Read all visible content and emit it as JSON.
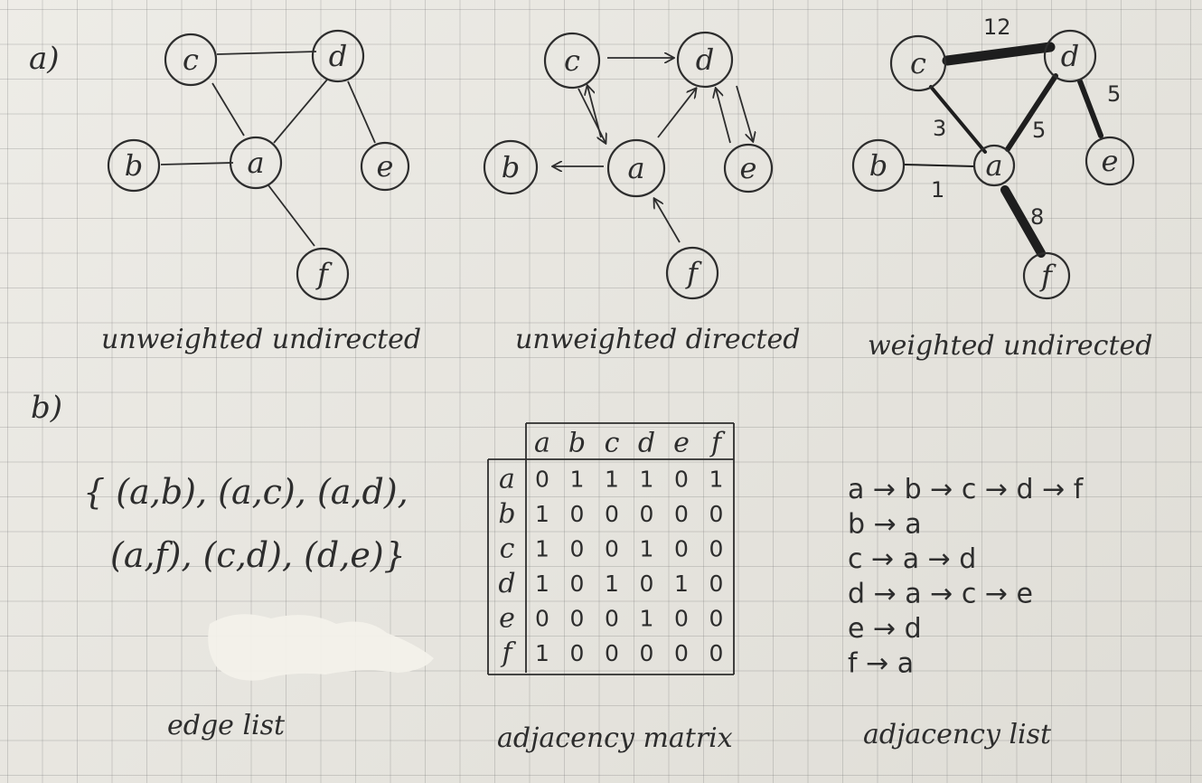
{
  "section_a_label": "a)",
  "section_b_label": "b)",
  "graph_undirected": {
    "caption": "unweighted undirected",
    "nodes": [
      "c",
      "d",
      "b",
      "a",
      "e",
      "f"
    ]
  },
  "graph_directed": {
    "caption": "unweighted directed",
    "nodes": [
      "c",
      "d",
      "b",
      "a",
      "e",
      "f"
    ]
  },
  "graph_weighted": {
    "caption": "weighted undirected",
    "nodes": [
      "c",
      "d",
      "b",
      "a",
      "e",
      "f"
    ],
    "weights": {
      "c_d": "12",
      "d_e": "5",
      "a_c": "3",
      "a_d": "5",
      "a_b": "1",
      "a_f": "8"
    }
  },
  "edge_list": {
    "line1": "{ (a,b), (a,c), (a,d),",
    "line2": "(a,f), (c,d), (d,e)}",
    "caption": "edge list"
  },
  "adjacency_matrix": {
    "caption": "adjacency matrix",
    "headers": [
      "a",
      "b",
      "c",
      "d",
      "e",
      "f"
    ],
    "rows": [
      {
        "label": "a",
        "values": [
          "0",
          "1",
          "1",
          "1",
          "0",
          "1"
        ]
      },
      {
        "label": "b",
        "values": [
          "1",
          "0",
          "0",
          "0",
          "0",
          "0"
        ]
      },
      {
        "label": "c",
        "values": [
          "1",
          "0",
          "0",
          "1",
          "0",
          "0"
        ]
      },
      {
        "label": "d",
        "values": [
          "1",
          "0",
          "1",
          "0",
          "1",
          "0"
        ]
      },
      {
        "label": "e",
        "values": [
          "0",
          "0",
          "0",
          "1",
          "0",
          "0"
        ]
      },
      {
        "label": "f",
        "values": [
          "1",
          "0",
          "0",
          "0",
          "0",
          "0"
        ]
      }
    ]
  },
  "adjacency_list": {
    "caption": "adjacency list",
    "lines": [
      "a → b → c → d → f",
      "b → a",
      "c → a → d",
      "d → a → c → e",
      "e → d",
      "f → a"
    ]
  }
}
